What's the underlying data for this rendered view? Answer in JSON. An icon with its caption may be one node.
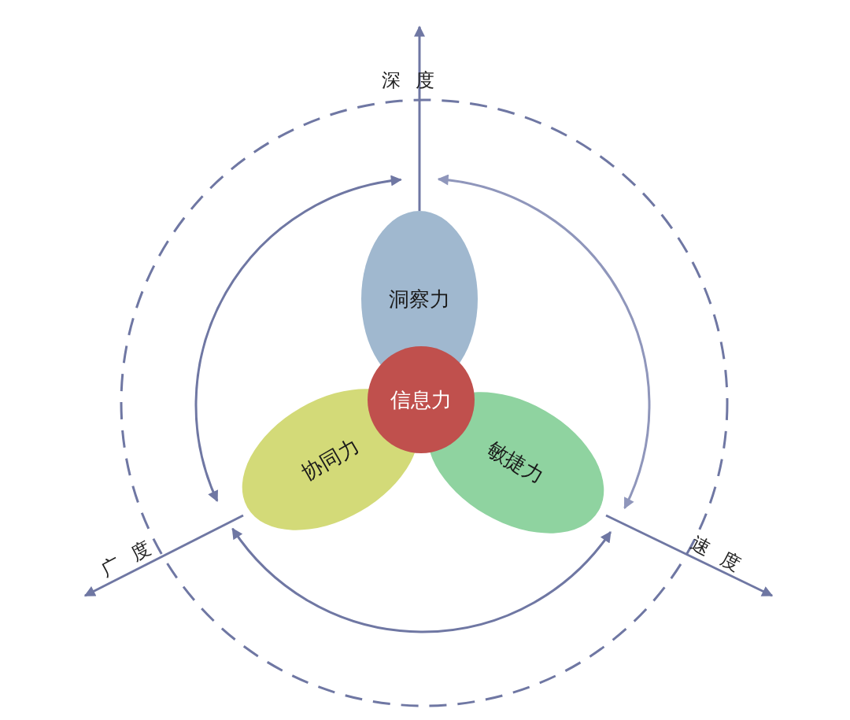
{
  "diagram": {
    "nodes": [
      {
        "text": [
          "洞察力"
        ]
      },
      {
        "text": [
          "协同力"
        ]
      },
      {
        "text": [
          "敏捷力"
        ]
      },
      {
        "text": [
          "信息力"
        ]
      }
    ],
    "edges": [
      {
        "from": 0,
        "to": null,
        "arrow": "to"
      },
      {
        "from": 1,
        "to": null,
        "arrow": "to"
      },
      {
        "from": 2,
        "to": null,
        "arrow": "to"
      },
      {
        "from": 1,
        "to": null,
        "arrow": "both"
      },
      {
        "from": 2,
        "to": null,
        "arrow": "both",
        "color": "#8f96bb"
      },
      {
        "from": 1,
        "to": 2,
        "arrow": "both"
      }
    ],
    "labels": [
      "深度",
      "广度",
      "速度"
    ]
  }
}
